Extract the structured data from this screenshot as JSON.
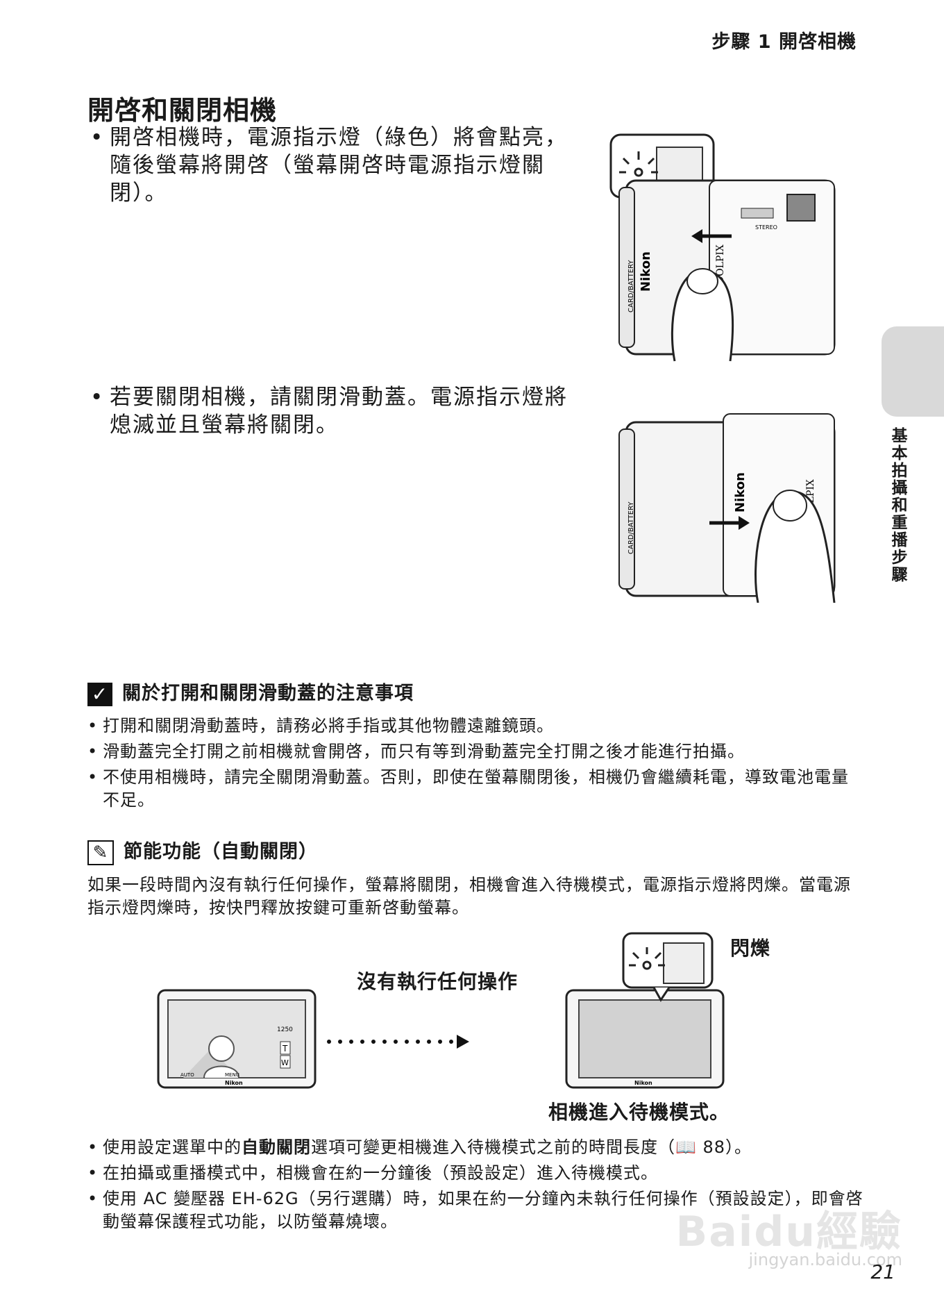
{
  "header": {
    "title": "步驟 1 開啓相機"
  },
  "section": {
    "title": "開啓和關閉相機",
    "bullets": [
      "開啓相機時，電源指示燈（綠色）將會點亮，隨後螢幕將開啓（螢幕開啓時電源指示燈關閉）。",
      "若要關閉相機，請關閉滑動蓋。電源指示燈將熄滅並且螢幕將關閉。"
    ]
  },
  "note1": {
    "title": "關於打開和關閉滑動蓋的注意事項",
    "items": [
      "打開和關閉滑動蓋時，請務必將手指或其他物體遠離鏡頭。",
      "滑動蓋完全打開之前相機就會開啓，而只有等到滑動蓋完全打開之後才能進行拍攝。",
      "不使用相機時，請完全關閉滑動蓋。否則，即使在螢幕關閉後，相機仍會繼續耗電，導致電池電量不足。"
    ]
  },
  "note2": {
    "title": "節能功能（自動關閉）",
    "para": "如果一段時間內沒有執行任何操作，螢幕將關閉，相機會進入待機模式，電源指示燈將閃爍。當電源指示燈閃爍時，按快門釋放按鍵可重新啓動螢幕。",
    "diagram": {
      "blink_label": "閃爍",
      "no_op_label": "沒有執行任何操作",
      "standby_label": "相機進入待機模式。"
    },
    "items_pre": "使用設定選單中的",
    "items_bold": "自動關閉",
    "items_post": "選項可變更相機進入待機模式之前的時間長度（",
    "items_ref": "88）。",
    "items": [
      "在拍攝或重播模式中，相機會在約一分鐘後（預設設定）進入待機模式。",
      "使用 AC 變壓器 EH-62G（另行選購）時，如果在約一分鐘內未執行任何操作（預設設定），即會啓動螢幕保護程式功能，以防螢幕燒壞。"
    ]
  },
  "illustration": {
    "brand": "Nikon",
    "model": "COOLPIX",
    "slot_label": "CARD/BATTERY",
    "stereo": "STEREO",
    "zoom_t": "T",
    "zoom_w": "W",
    "menu": "MENU",
    "auto": "AUTO",
    "counter": "1250"
  },
  "side_tab": {
    "label": "基本拍攝和重播步驟"
  },
  "watermark": {
    "main": "Baidu經驗",
    "sub": "jingyan.baidu.com"
  },
  "page_number": "21"
}
